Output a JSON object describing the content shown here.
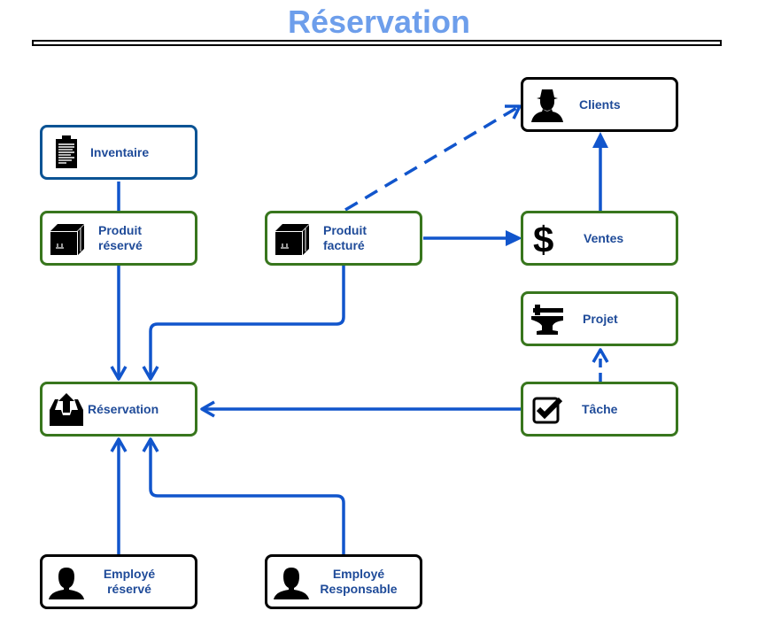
{
  "title": "Réservation",
  "colors": {
    "title": "#6d9eeb",
    "label": "#1f4b99",
    "arrow": "#1155cc",
    "border_green": "#38761d",
    "border_blue": "#0b5394",
    "border_black": "#000000"
  },
  "nodes": {
    "inventaire": {
      "label": "Inventaire",
      "icon": "clipboard-icon"
    },
    "produit_reserve": {
      "label_line1": "Produit",
      "label_line2": "réservé",
      "icon": "box-icon"
    },
    "produit_facture": {
      "label_line1": "Produit",
      "label_line2": "facturé",
      "icon": "box-icon"
    },
    "clients": {
      "label": "Clients",
      "icon": "spy-person-icon"
    },
    "ventes": {
      "label": "Ventes",
      "icon": "dollar-icon"
    },
    "projet": {
      "label": "Projet",
      "icon": "anvil-icon"
    },
    "tache": {
      "label": "Tâche",
      "icon": "checkbox-icon"
    },
    "reservation": {
      "label": "Réservation",
      "icon": "inbox-upload-icon"
    },
    "employe_reserve": {
      "label_line1": "Employé",
      "label_line2": "réservé",
      "icon": "person-icon"
    },
    "employe_responsable": {
      "label_line1": "Employé",
      "label_line2": "Responsable",
      "icon": "person-icon"
    }
  },
  "edges": [
    {
      "from": "Inventaire",
      "to": "Produit réservé",
      "style": "solid",
      "arrow": "none"
    },
    {
      "from": "Produit réservé",
      "to": "Réservation",
      "style": "solid",
      "arrow": "open"
    },
    {
      "from": "Produit facturé",
      "to": "Réservation",
      "style": "solid",
      "arrow": "open"
    },
    {
      "from": "Produit facturé",
      "to": "Clients",
      "style": "dashed",
      "arrow": "open"
    },
    {
      "from": "Produit facturé",
      "to": "Ventes",
      "style": "solid",
      "arrow": "filled"
    },
    {
      "from": "Ventes",
      "to": "Clients",
      "style": "solid",
      "arrow": "filled"
    },
    {
      "from": "Tâche",
      "to": "Projet",
      "style": "dashed",
      "arrow": "open"
    },
    {
      "from": "Tâche",
      "to": "Réservation",
      "style": "solid",
      "arrow": "open"
    },
    {
      "from": "Employé réservé",
      "to": "Réservation",
      "style": "solid",
      "arrow": "open"
    },
    {
      "from": "Employé Responsable",
      "to": "Réservation",
      "style": "solid",
      "arrow": "open"
    }
  ]
}
